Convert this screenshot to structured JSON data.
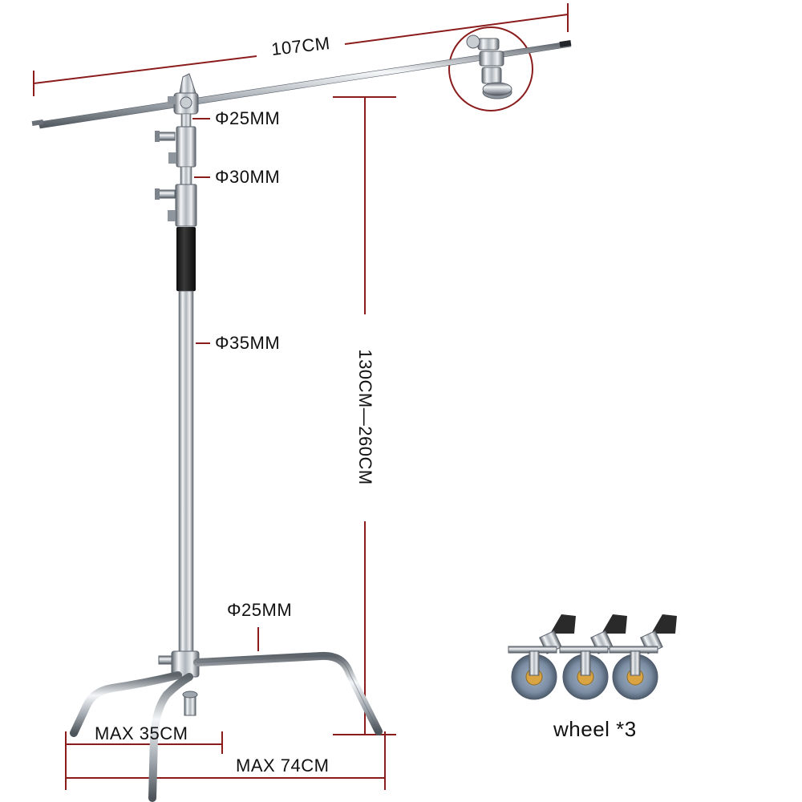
{
  "labels": {
    "boom_length": "107CM",
    "upper_riser_diameter": "Φ25MM",
    "middle_riser_diameter": "Φ30MM",
    "main_tube_diameter": "Φ35MM",
    "leg_diameter": "Φ25MM",
    "height_range": "130CM—260CM",
    "base_inner_span": "MAX 35CM",
    "base_outer_span": "MAX 74CM",
    "wheel_count": "wheel *3"
  },
  "colors": {
    "dimension_line": "#8b1c1c",
    "metal_light": "#e6e9ec",
    "metal_dark": "#6a7077",
    "grip": "#1c1c1c",
    "wheel_tire": "#7b8fa6",
    "wheel_hub": "#d9a441"
  }
}
